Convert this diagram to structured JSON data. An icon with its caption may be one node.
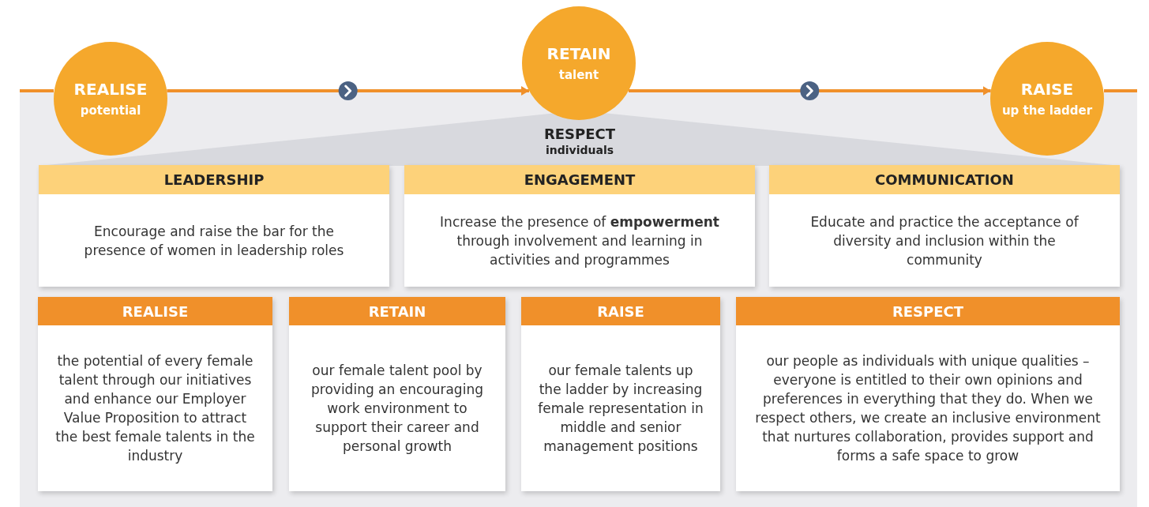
{
  "diagram": {
    "nodes": [
      {
        "text": [
          "REALISE",
          "potential"
        ]
      },
      {
        "text": [
          "RETAIN",
          "talent"
        ]
      },
      {
        "text": [
          "RAISE",
          "up the ladder"
        ]
      },
      {
        "text": [
          "RESPECT",
          "individuals"
        ]
      },
      {
        "text": [
          "LEADERSHIP",
          "Encourage and raise the bar for the presence of women in leadership roles"
        ]
      },
      {
        "text": [
          "ENGAGEMENT",
          "Increase the presence of **empowerment** through involvement and learning in activities and programmes"
        ]
      },
      {
        "text": [
          "COMMUNICATION",
          "Educate and practice the acceptance of diversity and inclusion within the community"
        ]
      },
      {
        "text": [
          "REALISE",
          "the potential of every female talent through our initiatives and enhance our Employer Value Proposition to attract the best female talents in the industry"
        ]
      },
      {
        "text": [
          "RETAIN",
          "our female talent pool by providing an encouraging work environment to support their career and personal growth"
        ]
      },
      {
        "text": [
          "RAISE",
          "our female talents up the ladder by increasing female representation in middle and senior management positions"
        ]
      },
      {
        "text": [
          "RESPECT",
          "our people as individuals with unique qualities – everyone is entitled to their own opinions and preferences in everything that they do. When we respect others, we create an inclusive environment that nurtures collaboration, provides support and forms a safe space to grow"
        ]
      }
    ],
    "edges": [
      {
        "from": 0,
        "to": 1,
        "arrow": "to"
      },
      {
        "from": 1,
        "to": 2,
        "arrow": "to"
      }
    ]
  }
}
